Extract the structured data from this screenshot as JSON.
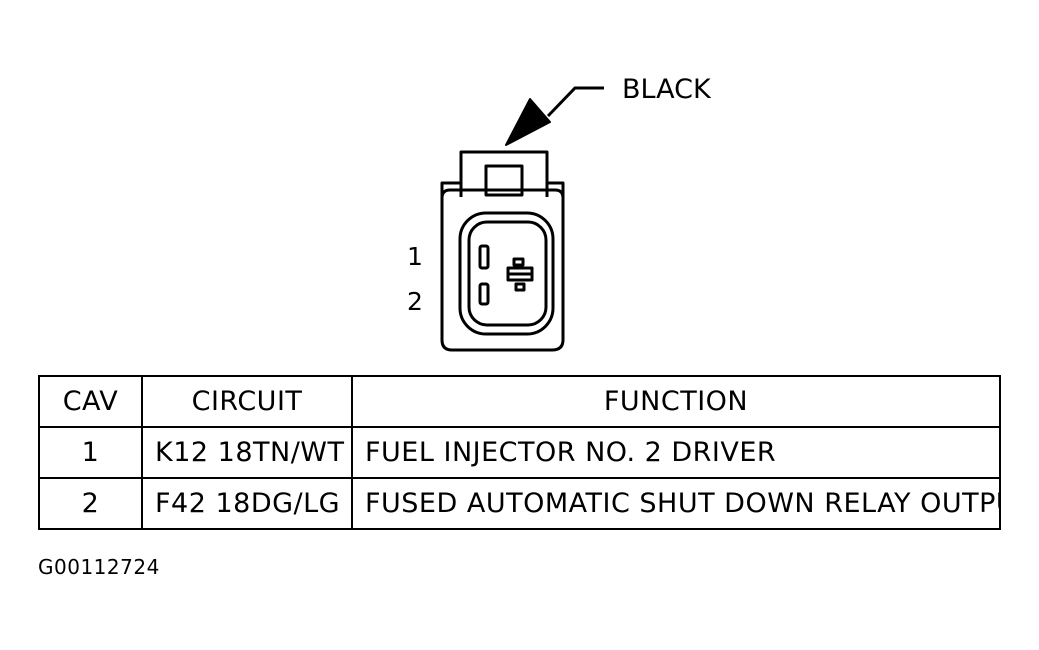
{
  "connector": {
    "color_label": "BLACK",
    "cavity_labels": [
      "1",
      "2"
    ]
  },
  "table": {
    "headers": {
      "cav": "CAV",
      "circuit": "CIRCUIT",
      "function": "FUNCTION"
    },
    "rows": [
      {
        "cav": "1",
        "circuit": "K12 18TN/WT",
        "function": "FUEL INJECTOR NO. 2 DRIVER"
      },
      {
        "cav": "2",
        "circuit": "F42 18DG/LG",
        "function": "FUSED AUTOMATIC SHUT DOWN RELAY OUTPUT"
      }
    ]
  },
  "figure_id": "G00112724",
  "colors": {
    "ink": "#000000",
    "background": "#ffffff"
  }
}
